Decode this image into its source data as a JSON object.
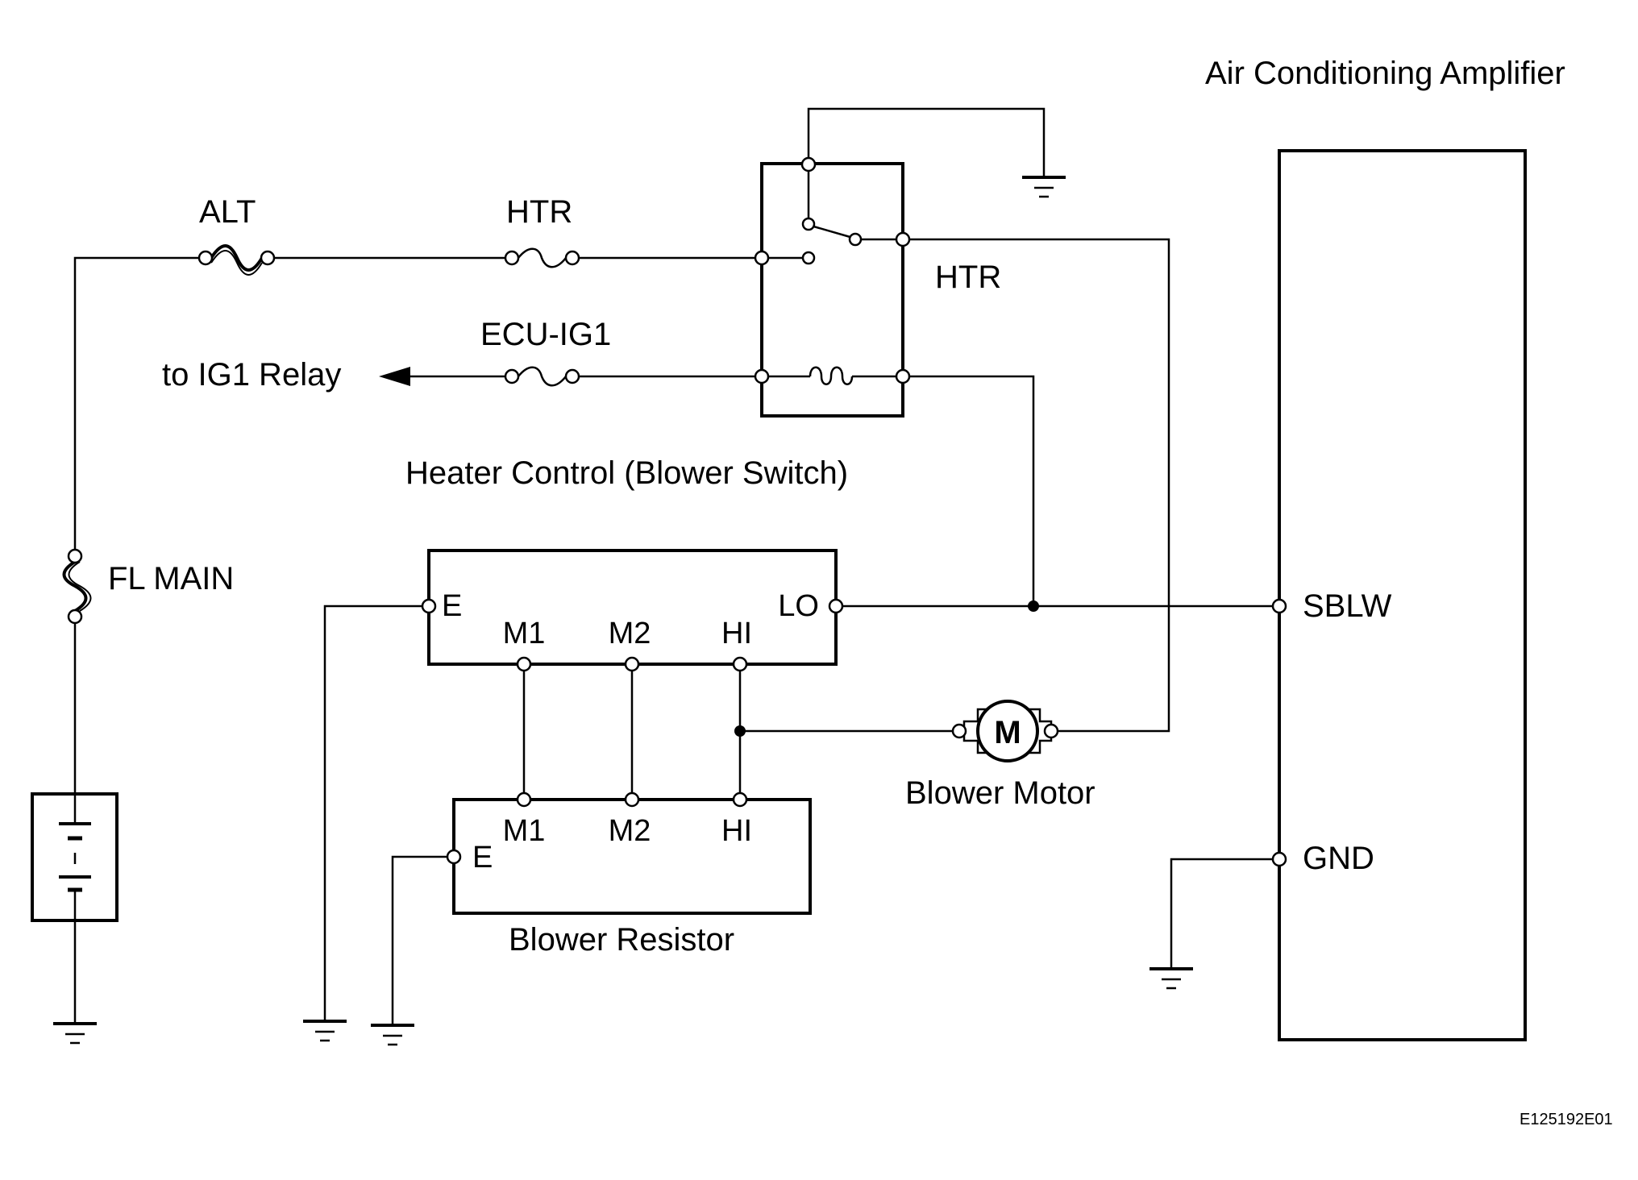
{
  "labels": {
    "ac_amplifier": "Air Conditioning Amplifier",
    "alt": "ALT",
    "htr_fuse": "HTR",
    "htr_relay": "HTR",
    "ecu_ig1": "ECU-IG1",
    "to_ig1_relay": "to IG1 Relay",
    "heater_control": "Heater Control (Blower Switch)",
    "fl_main": "FL MAIN",
    "blower_motor": "Blower Motor",
    "motor_symbol": "M",
    "blower_resistor": "Blower Resistor",
    "sblw": "SBLW",
    "gnd": "GND",
    "figure_code": "E125192E01"
  },
  "heater_control_terminals": {
    "e": "E",
    "m1": "M1",
    "m2": "M2",
    "hi": "HI",
    "lo": "LO"
  },
  "blower_resistor_terminals": {
    "e": "E",
    "m1": "M1",
    "m2": "M2",
    "hi": "HI"
  }
}
